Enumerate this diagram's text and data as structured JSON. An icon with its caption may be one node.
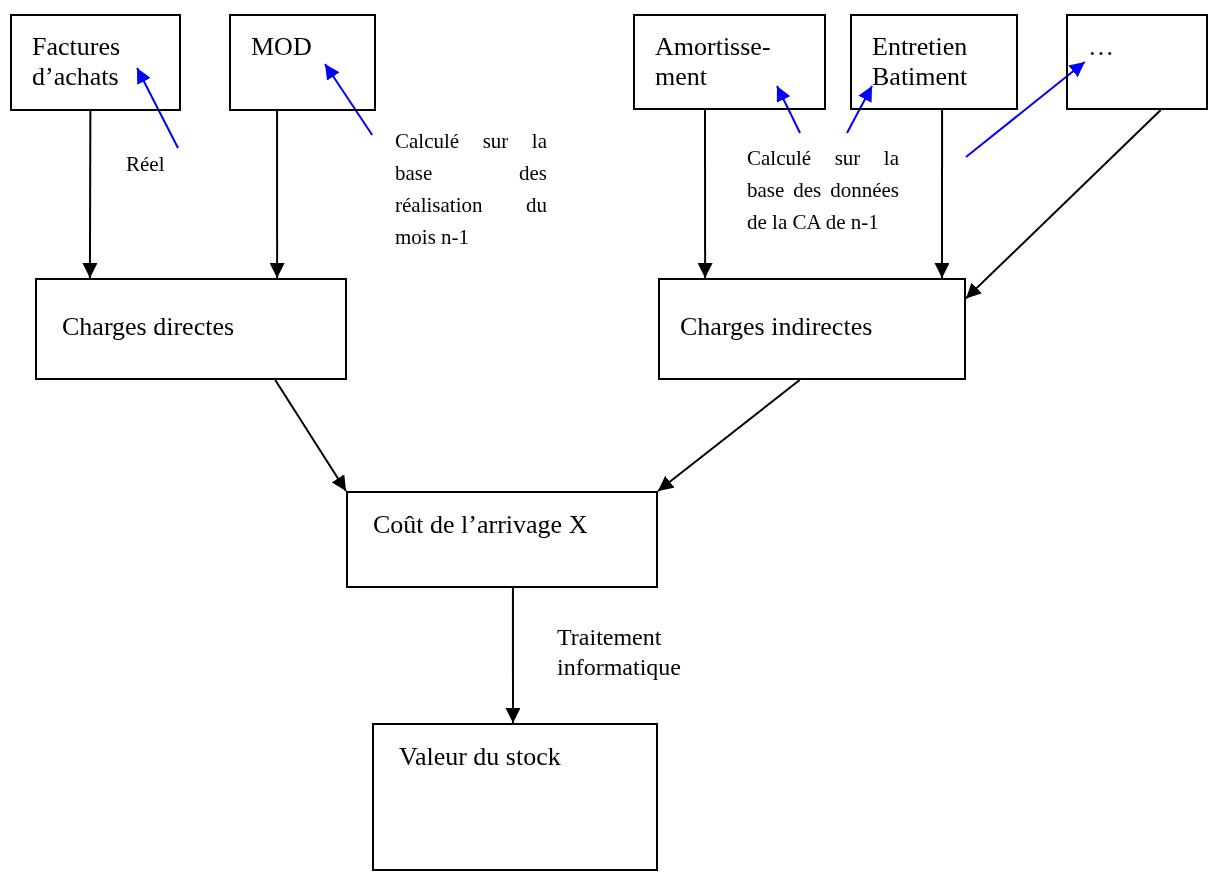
{
  "diagram": {
    "nodes": [
      {
        "text": [
          "Factures d’achats"
        ]
      },
      {
        "text": [
          "MOD"
        ]
      },
      {
        "text": [
          "Amortisse- ment"
        ]
      },
      {
        "text": [
          "Entretien Batiment"
        ]
      },
      {
        "text": [
          "…"
        ]
      },
      {
        "text": [
          "Réel"
        ]
      },
      {
        "text": [
          "Calculé sur la base des réalisation du mois n-1"
        ]
      },
      {
        "text": [
          "Calculé sur la base des données de la CA de n-1"
        ]
      },
      {
        "text": [
          "Charges directes"
        ]
      },
      {
        "text": [
          "Charges indirectes"
        ]
      },
      {
        "text": [
          "Coût de l’arrivage X"
        ]
      },
      {
        "text": [
          "Valeur du stock"
        ]
      }
    ],
    "edges": [
      {
        "from": 0,
        "to": 8,
        "arrow": "to"
      },
      {
        "from": 1,
        "to": 8,
        "arrow": "to"
      },
      {
        "from": 2,
        "to": 9,
        "arrow": "to"
      },
      {
        "from": 3,
        "to": 9,
        "arrow": "to"
      },
      {
        "from": 4,
        "to": 9,
        "arrow": "to"
      },
      {
        "from": 8,
        "to": 10,
        "arrow": "to"
      },
      {
        "from": 9,
        "to": 10,
        "arrow": "to"
      },
      {
        "from": 10,
        "to": 11,
        "arrow": "to",
        "label": "Traitement informatique"
      },
      {
        "from": 5,
        "to": 0,
        "arrow": "to",
        "color": "#0000ff"
      },
      {
        "from": 6,
        "to": 1,
        "arrow": "to",
        "color": "#0000ff"
      },
      {
        "from": 7,
        "to": 2,
        "arrow": "to",
        "color": "#0000ff"
      },
      {
        "from": 7,
        "to": 3,
        "arrow": "to",
        "color": "#0000ff"
      },
      {
        "from": null,
        "to": 4,
        "arrow": "to",
        "color": "#0000ff"
      }
    ]
  }
}
